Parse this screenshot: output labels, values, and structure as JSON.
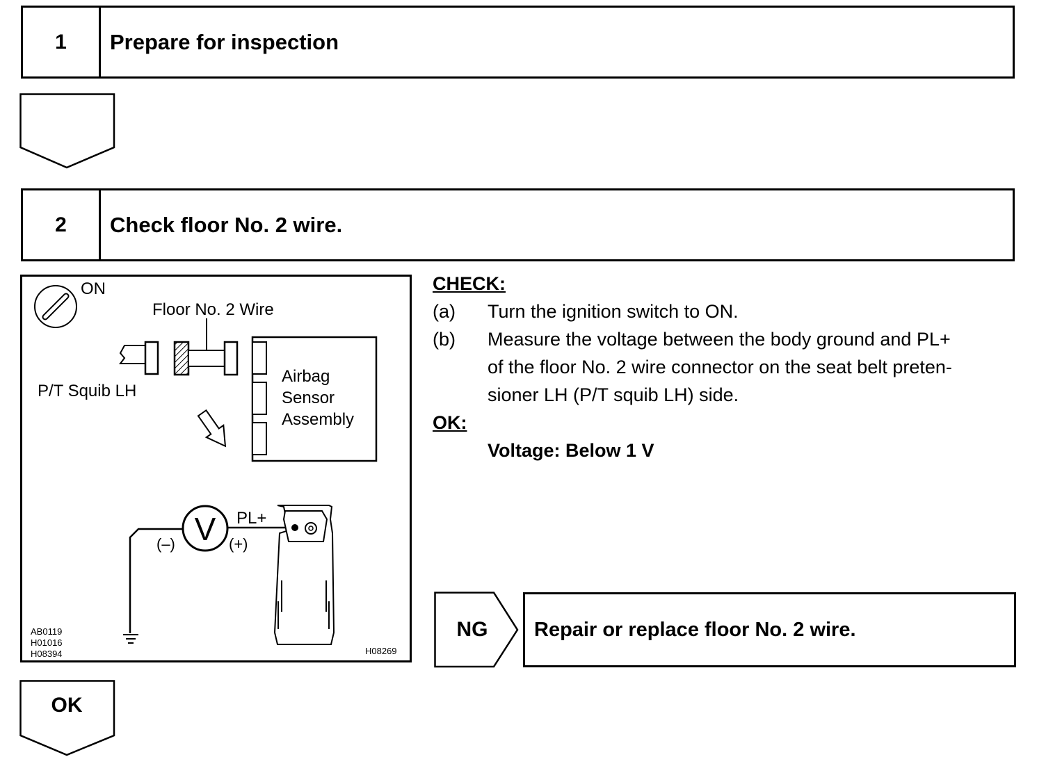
{
  "steps": [
    {
      "number": "1",
      "title": "Prepare for inspection"
    },
    {
      "number": "2",
      "title": "Check floor No. 2 wire."
    }
  ],
  "diagram": {
    "ign_label": "ON",
    "wire_label": "Floor No. 2 Wire",
    "squib_label": "P/T Squib LH",
    "sensor_label": [
      "Airbag",
      "Sensor",
      "Assembly"
    ],
    "meter_symbol": "V",
    "neg_label": "(–)",
    "pos_label": "(+)",
    "terminal_label": "PL+",
    "codes_left": [
      "AB0119",
      "H01016",
      "H08394"
    ],
    "code_right": "H08269"
  },
  "check": {
    "heading": "CHECK:",
    "items": [
      {
        "letter": "(a)",
        "lines": [
          "Turn the ignition switch to ON."
        ]
      },
      {
        "letter": "(b)",
        "lines": [
          "Measure the voltage between the body ground and PL+",
          "of the floor No. 2 wire connector on the seat belt preten-",
          "sioner LH (P/T squib LH) side."
        ]
      }
    ],
    "ok_heading": "OK:",
    "ok_value": "Voltage: Below 1 V"
  },
  "ng": {
    "label": "NG",
    "action": "Repair or replace floor No. 2 wire."
  },
  "ok_arrow_label": "OK"
}
